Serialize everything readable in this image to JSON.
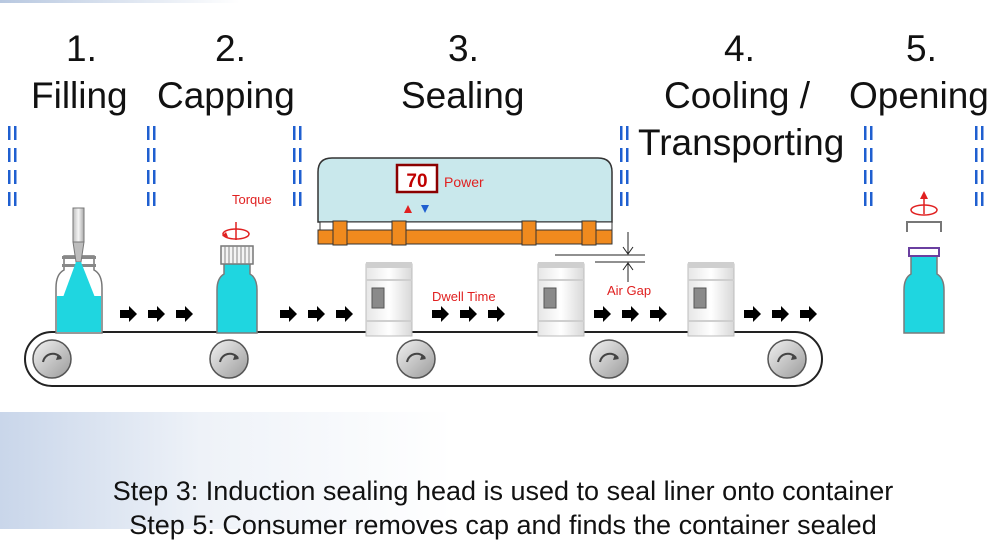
{
  "steps": [
    {
      "number": "1.",
      "name": "Filling"
    },
    {
      "number": "2.",
      "name": "Capping"
    },
    {
      "number": "3.",
      "name": "Sealing"
    },
    {
      "number": "4.",
      "name": "Cooling /"
    },
    {
      "number": "5.",
      "name": "Opening"
    }
  ],
  "step4_second_line": "Transporting",
  "labels": {
    "torque": "Torque",
    "power_value": "70",
    "power": "Power",
    "dwell_time": "Dwell Time",
    "air_gap": "Air Gap"
  },
  "captions": [
    "Step 3: Induction sealing head is used to seal liner onto container",
    "Step 5: Consumer removes cap and finds the container sealed"
  ],
  "colors": {
    "liquid": "#1fd6e0",
    "sealing_head": "#c9e8ec",
    "platen": "#f08a1e",
    "label_red": "#e02020",
    "divider_blue": "#1f5fd0",
    "up_arrow_red": "#e02020",
    "down_arrow_blue": "#1f5fd0"
  }
}
